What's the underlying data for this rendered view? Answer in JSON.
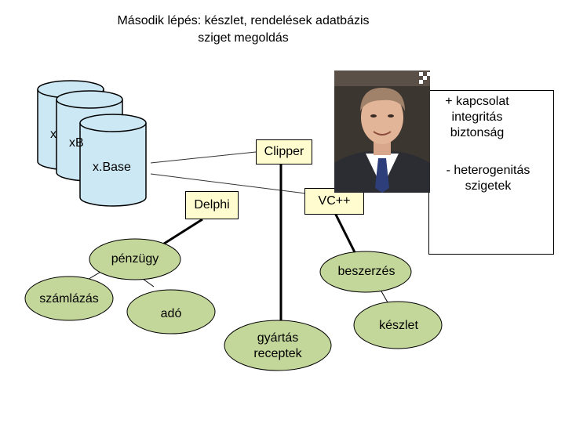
{
  "title": {
    "line1": "Második lépés: készlet, rendelések adatbázis",
    "line2": "sziget megoldás"
  },
  "databases": {
    "db1_label": "x",
    "db2_label": "xB",
    "db3_label": "x.Base"
  },
  "boxes": {
    "clipper": "Clipper",
    "delphi": "Delphi",
    "vcpp": "VC++"
  },
  "ellipses": {
    "penzugy": "pénzügy",
    "szamlazas": "számlázás",
    "ado": "adó",
    "gyartas_line1": "gyártás",
    "gyartas_line2": "receptek",
    "beszerzes": "beszerzés",
    "keszlet": "készlet"
  },
  "notes": {
    "plus_line1": "+ kapcsolat",
    "plus_line2": "integritás",
    "plus_line3": "biztonság",
    "minus_line1": "- heterogenitás",
    "minus_line2": "szigetek"
  },
  "colors": {
    "cylinder_fill": "#cce8f4",
    "ellipse_fill": "#c4d79a",
    "box_fill": "#fffdd0"
  }
}
